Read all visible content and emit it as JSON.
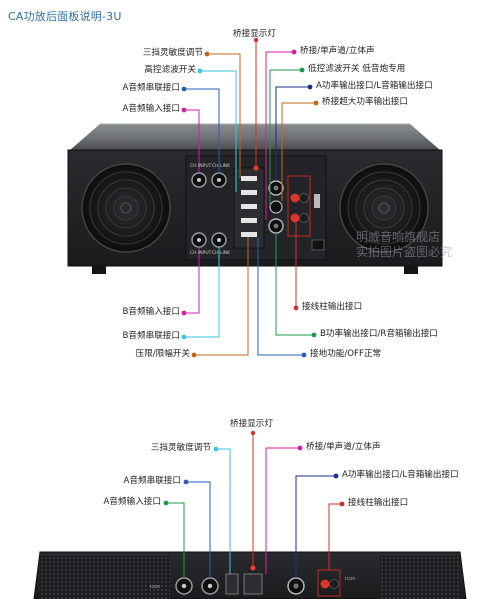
{
  "title": "CA功放后面板说明-3U",
  "watermark": [
    "明威音响旗舰店",
    "实拍图片盗图必究"
  ],
  "colors": {
    "blue": "#2a5cb8",
    "magenta": "#d21ea8",
    "cyan": "#3ec6e0",
    "orange": "#c4651c",
    "green": "#1f9a4a",
    "red": "#d4312c",
    "navy": "#1b2f8f",
    "title": "#2f6fa8"
  },
  "top_labels": {
    "bridge_light": "桥接显示灯",
    "sensitivity": "三挡灵敏度调节",
    "highpass": "高控滤波开关",
    "a_link": "A音频串联接口",
    "a_input": "A音频输入接口",
    "bridge_mode": "桥接/单声道/立体声",
    "lowpass": "低控滤波开关  低音炮专用",
    "a_output": "A功率输出接口/L音箱输出接口",
    "bridge_output": "桥接超大功率输出接口",
    "b_input": "B音频输入接口",
    "b_link": "B音频串联接口",
    "limiter": "压限/限幅开关",
    "terminal": "接线柱输出接口",
    "b_output": "B功率输出接口/R音箱输出接口",
    "ground": "接地功能/OFF正常"
  },
  "bottom_labels": {
    "bridge_light": "桥接显示灯",
    "sensitivity": "三挡灵敏度调节",
    "bridge_mode": "桥接/单声道/立体声",
    "a_link": "A音频串联接口",
    "a_output": "A功率输出接口/L音箱输出接口",
    "a_input": "A音频输入接口",
    "terminal": "接线柱输出接口"
  },
  "panel_text": {
    "ch_input_a": "CH INPUT",
    "ch_link_a": "CH LINK",
    "ch_input_b": "CH INPUT",
    "ch_link_b": "CH LINK",
    "icon_a": "icon ·",
    "icon_b": "icon ·"
  }
}
